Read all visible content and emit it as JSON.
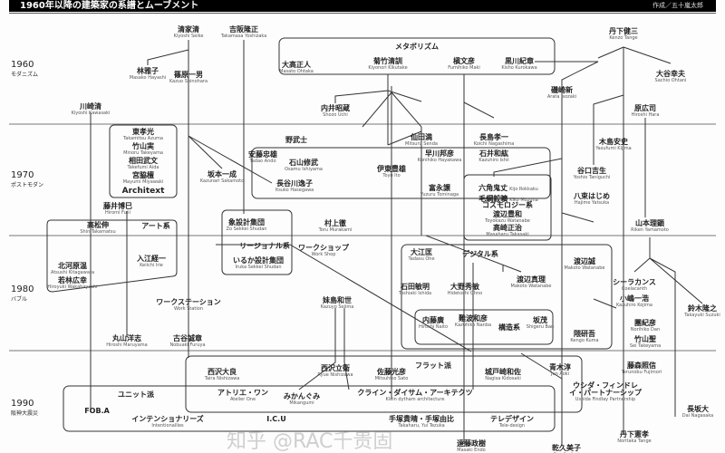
{
  "header": {
    "title": "1960年以降の建築家の系譜とムーブメント",
    "author": "作成／五十嵐太郎"
  },
  "eras": [
    {
      "year": "1960",
      "name": "モダニズム"
    },
    {
      "year": "1970",
      "name": "ポストモダン"
    },
    {
      "year": "1980",
      "name": "バブル"
    },
    {
      "year": "1990",
      "name": "阪神大震災"
    }
  ],
  "groups": [
    "メタボリズム",
    "野武士",
    "Architext",
    "アート系",
    "リージョナル系",
    "コスモロジー系",
    "デジタル系",
    "構造系",
    "フラット派",
    "ユニット派"
  ],
  "people": [
    {
      "jp": "清家清",
      "en": "Kiyoshi Seike"
    },
    {
      "jp": "吉阪隆正",
      "en": "Takamasa Yoshizaka"
    },
    {
      "jp": "林雅子",
      "en": "Masako Hayashi"
    },
    {
      "jp": "篠原一男",
      "en": "Kazuo Shinohara"
    },
    {
      "jp": "大高正人",
      "en": "Masato Ohtaka"
    },
    {
      "jp": "菊竹清訓",
      "en": "Kiyonori Kikutake"
    },
    {
      "jp": "槇文彦",
      "en": "Fumihiko Maki"
    },
    {
      "jp": "黒川紀章",
      "en": "Kisho Kurokawa"
    },
    {
      "jp": "丹下健三",
      "en": "Kenzo Tange"
    },
    {
      "jp": "大谷幸夫",
      "en": "Sachio Ohtani"
    },
    {
      "jp": "磯崎新",
      "en": "Arata Isozaki"
    },
    {
      "jp": "原広司",
      "en": "Hiroshi Hara"
    },
    {
      "jp": "川崎清",
      "en": "Kiyoshi Kawasaki"
    },
    {
      "jp": "内井昭蔵",
      "en": "Shozo Uchi"
    },
    {
      "jp": "東孝光",
      "en": "Takamitsu Azuma"
    },
    {
      "jp": "竹山実",
      "en": "Minoru Takeyama"
    },
    {
      "jp": "相田武文",
      "en": "Takefumi Aida"
    },
    {
      "jp": "宮脇檀",
      "en": "Mayumi Miyawaki"
    },
    {
      "jp": "仙田満",
      "en": "Mitsuru Senda"
    },
    {
      "jp": "長島孝一",
      "en": "Koichi Nagashima"
    },
    {
      "jp": "木島安史",
      "en": "Yasufumi Kijima"
    },
    {
      "jp": "安藤忠雄",
      "en": "Tadao Ando"
    },
    {
      "jp": "石山修武",
      "en": "Osamu Ishiyama"
    },
    {
      "jp": "坂本一成",
      "en": "Kazunari Sakamoto"
    },
    {
      "jp": "長谷川逸子",
      "en": "Itsuko Hasegawa"
    },
    {
      "jp": "伊東豊雄",
      "en": "Toyo Ito"
    },
    {
      "jp": "早川邦彦",
      "en": "Kunihiko Hayakawa"
    },
    {
      "jp": "石井和紘",
      "en": "Kazuhiro Ishii"
    },
    {
      "jp": "谷口吉生",
      "en": "Yoshio Taniguchi"
    },
    {
      "jp": "富永譲",
      "en": "Yuzuru Tominaga"
    },
    {
      "jp": "六角鬼丈",
      "en": "Kijo Rokkaku"
    },
    {
      "jp": "毛綱毅曠",
      "en": "Kiko Mozuna"
    },
    {
      "jp": "八束はじめ",
      "en": "Hajime Yatsuka"
    },
    {
      "jp": "藤井博巳",
      "en": "Hiromi Fujii"
    },
    {
      "jp": "高松伸",
      "en": "Shin Takamatsu"
    },
    {
      "jp": "象設計集団",
      "en": "Zo Sekkei Shudan"
    },
    {
      "jp": "村上徹",
      "en": "Toru Murakami"
    },
    {
      "jp": "渡辺豊和",
      "en": "Toyokazu Watanabe"
    },
    {
      "jp": "高崎正治",
      "en": "Masaharu Takasaki"
    },
    {
      "jp": "山本理顕",
      "en": "Riken Yamamoto"
    },
    {
      "jp": "入江経一",
      "en": "Keiichi Irie"
    },
    {
      "jp": "いるか設計集団",
      "en": "Iruka Sekkei Shudan"
    },
    {
      "jp": "ワークショップ",
      "en": "Work Shop"
    },
    {
      "jp": "北河原温",
      "en": "Atsushi Kitagawara"
    },
    {
      "jp": "若林広幸",
      "en": "Hiroyuki Wakabayashi"
    },
    {
      "jp": "大江匡",
      "en": "Tadasu Ohe"
    },
    {
      "jp": "渡辺誠",
      "en": "Makoto Watanabe"
    },
    {
      "jp": "石田敏明",
      "en": "Toshiaki Ishida"
    },
    {
      "jp": "大野秀敏",
      "en": "Hidetoshi Ohno"
    },
    {
      "jp": "渡辺真理",
      "en": "Makoto Watanabe"
    },
    {
      "jp": "シーラカンス",
      "en": "Coelacanth"
    },
    {
      "jp": "小嶋一浩",
      "en": "Kazuhiro Kojima"
    },
    {
      "jp": "鈴木隆之",
      "en": "Takayuki Suzuki"
    },
    {
      "jp": "妹島和世",
      "en": "Kazuyo Sejima"
    },
    {
      "jp": "ワークステーション",
      "en": "Work Station"
    },
    {
      "jp": "内藤廣",
      "en": "Hiroshi Naito"
    },
    {
      "jp": "難波和彦",
      "en": "Kazuhiko Nanba"
    },
    {
      "jp": "坂茂",
      "en": "Shigeru Ban"
    },
    {
      "jp": "隈研吾",
      "en": "Kengo Kuma"
    },
    {
      "jp": "團紀彦",
      "en": "Norihiko Dan"
    },
    {
      "jp": "竹山聖",
      "en": "Sei Takeyama"
    },
    {
      "jp": "丸山洋志",
      "en": "Hiroshi Maruyama"
    },
    {
      "jp": "古谷誠章",
      "en": "Nobuaki Furuya"
    },
    {
      "jp": "西沢大良",
      "en": "Taira Nishizawa"
    },
    {
      "jp": "西沢立衛",
      "en": "Ryue Nishizawa"
    },
    {
      "jp": "佐藤光彦",
      "en": "Mitsuhiko Sato"
    },
    {
      "jp": "城戸崎和佐",
      "en": "Nagisa Kidosaki"
    },
    {
      "jp": "青木淳",
      "en": "Jun Aoki"
    },
    {
      "jp": "藤森照信",
      "en": "Terunobu Fujimori"
    },
    {
      "jp": "アトリエ・ワン",
      "en": "Atelier One"
    },
    {
      "jp": "みかんぐみ",
      "en": "Mikangumi"
    },
    {
      "jp": "クライン・ダイサム・アーキテクツ",
      "en": "Klein dytham architecture"
    },
    {
      "jp": "ウシダ・フィンドレイ・パートナーシップ",
      "en": "Ushida Findlay Partnership"
    },
    {
      "jp": "FOB.A",
      "en": ""
    },
    {
      "jp": "インテンショナリーズ",
      "en": "Intentionallies"
    },
    {
      "jp": "I.C.U",
      "en": ""
    },
    {
      "jp": "長坂大",
      "en": "Dai Nagasaka"
    },
    {
      "jp": "手塚貴晴・手塚由比",
      "en": "Takaharu, Yui Tezuka"
    },
    {
      "jp": "テレデザイン",
      "en": "Tele-design"
    },
    {
      "jp": "丹下憲孝",
      "en": "Noritaka Tange"
    },
    {
      "jp": "遠藤政樹",
      "en": "Masaki Endo"
    },
    {
      "jp": "乾久美子",
      "en": "Kumiko Inui"
    }
  ],
  "watermark": "知乎 @RAC千贵固"
}
